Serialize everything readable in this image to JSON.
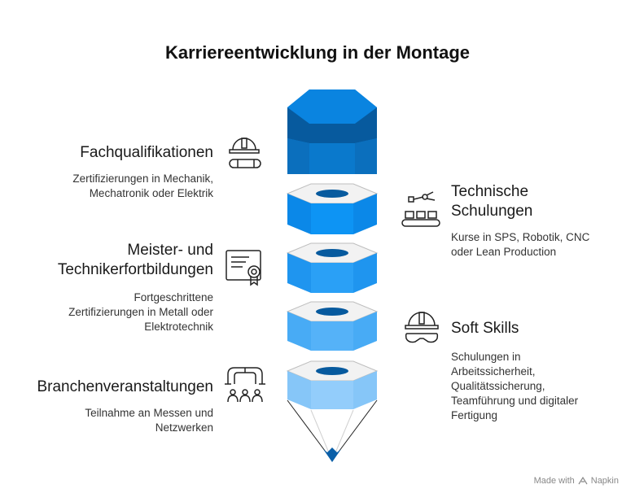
{
  "title": "Karriereentwicklung in der Montage",
  "items": [
    {
      "heading": "Fachqualifikationen",
      "description": [
        "Zertifizierungen in Mechanik,",
        "Mechatronik oder Elektrik"
      ],
      "icon": "hardhat-tube-icon"
    },
    {
      "heading": [
        "Technische",
        "Schulungen"
      ],
      "description": [
        "Kurse in SPS, Robotik, CNC",
        "oder Lean Production"
      ],
      "icon": "robot-conveyor-icon"
    },
    {
      "heading": [
        "Meister- und",
        "Technikerfortbildungen"
      ],
      "description": [
        "Fortgeschrittene",
        "Zertifizierungen in Metall oder",
        "Elektrotechnik"
      ],
      "icon": "certificate-icon"
    },
    {
      "heading": "Soft Skills",
      "description": [
        "Schulungen in",
        "Arbeitssicherheit,",
        "Qualitätssicherung,",
        "Teamführung und digitaler",
        "Fertigung"
      ],
      "icon": "hardhat-goggles-icon"
    },
    {
      "heading": "Branchenveranstaltungen",
      "description": [
        "Teilnahme an Messen und",
        "Netzwerken"
      ],
      "icon": "network-people-icon"
    }
  ],
  "colors": {
    "top_dark": "#0a5fa8",
    "top_light": "#0a7fd6",
    "layer_2": "#0d8ef0",
    "layer_3": "#2a9cf5",
    "layer_4": "#52b0f7",
    "layer_5": "#8dcbfa",
    "tip": "#0a5fa8"
  },
  "footer": {
    "prefix": "Made with",
    "brand": "Napkin"
  }
}
